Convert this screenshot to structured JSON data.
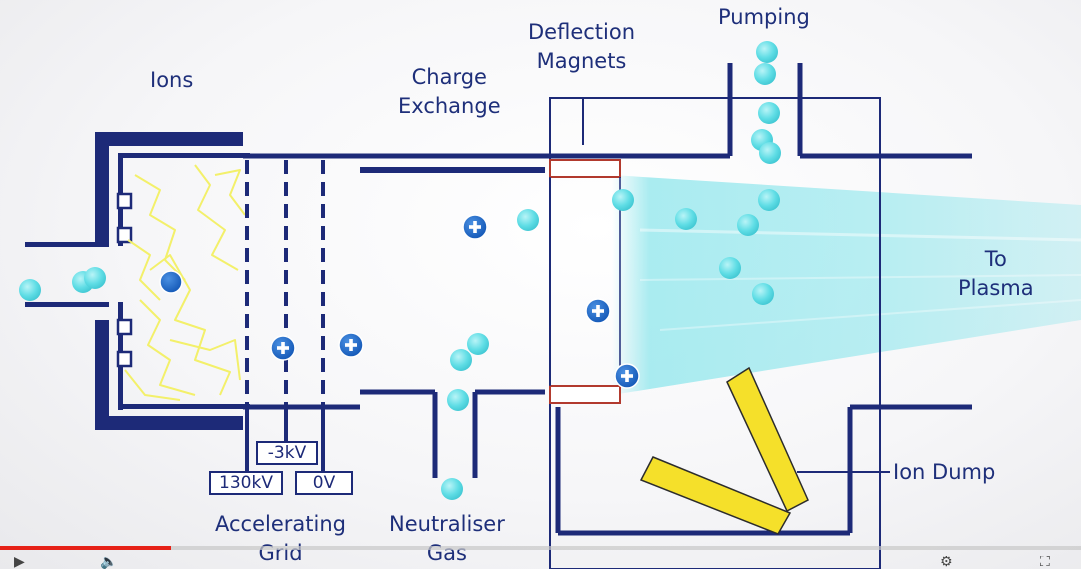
{
  "labels": {
    "ions": "Ions",
    "charge_exchange": "Charge\nExchange",
    "deflection_magnets": "Deflection\nMagnets",
    "pumping": "Pumping",
    "to_plasma": "To\nPlasma",
    "ion_dump": "Ion Dump",
    "accelerating_grid": "Accelerating\nGrid",
    "neutraliser_gas": "Neutraliser\nGas"
  },
  "voltages": {
    "grid_left": "130kV",
    "grid_middle": "-3kV",
    "grid_right": "0V"
  },
  "icons": {
    "ion": "plus-ion-icon",
    "neutral": "neutral-particle-icon"
  },
  "colors": {
    "structure": "#1d2a78",
    "label": "#1e2f7a",
    "particle": "#5fdde5",
    "ion": "#1565c0",
    "beam": "#8ee6ec",
    "arc": "#f3f06a",
    "magnet": "#b23a2e",
    "dump": "#f5e02a"
  },
  "video": {
    "progress": 0.158
  }
}
